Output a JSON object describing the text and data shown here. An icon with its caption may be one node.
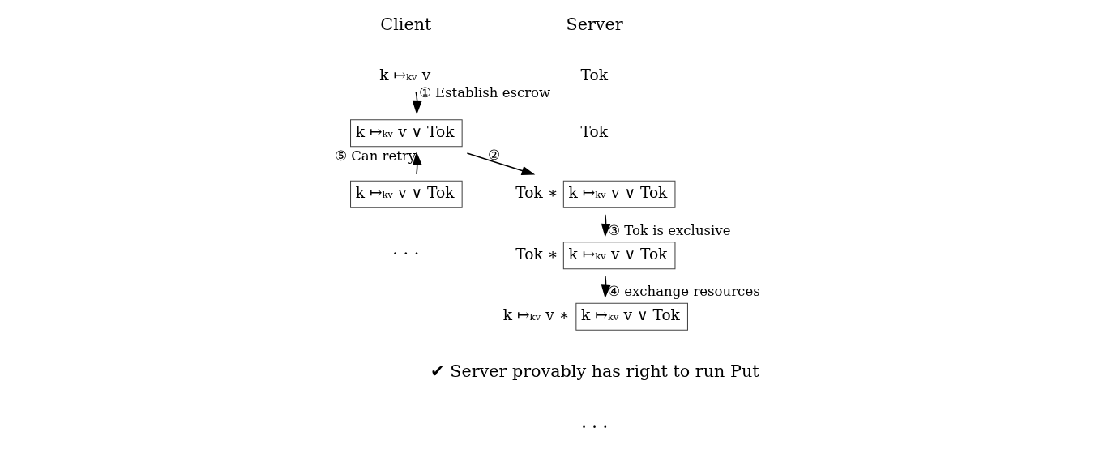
{
  "diagram": {
    "nodes": [
      {
        "text": [
          "k ↦ₖᵥ v"
        ]
      },
      {
        "text": [
          "k ↦ₖᵥ v ∨ Tok"
        ]
      },
      {
        "text": [
          "k ↦ₖᵥ v ∨ Tok"
        ]
      },
      {
        "text": [
          "Tok"
        ]
      },
      {
        "text": [
          "Tok"
        ]
      },
      {
        "text": [
          "k ↦ₖᵥ v ∨ Tok"
        ],
        "beside": [
          "Tok ∗"
        ]
      },
      {
        "text": [
          "k ↦ₖᵥ v ∨ Tok"
        ],
        "beside": [
          "Tok ∗"
        ]
      },
      {
        "text": [
          "k ↦ₖᵥ v ∨ Tok"
        ],
        "beside": [
          "k ↦ₖᵥ v ∗"
        ]
      }
    ],
    "edges": [
      {
        "from": 0,
        "to": 1,
        "arrow": "to",
        "label": "① Establish escrow"
      },
      {
        "from": 2,
        "to": 1,
        "arrow": "to",
        "label": "⑤ Can retry"
      },
      {
        "from": 1,
        "to": 5,
        "arrow": "to",
        "label": "②"
      },
      {
        "from": 5,
        "to": 6,
        "arrow": "to",
        "label": "③ Tok is exclusive"
      },
      {
        "from": 6,
        "to": 7,
        "arrow": "to",
        "label": "④ exchange resources"
      }
    ],
    "labels": [
      "Client",
      "Server",
      "· · ·",
      "✔ Server provably has right to run Put",
      ". . ."
    ]
  }
}
